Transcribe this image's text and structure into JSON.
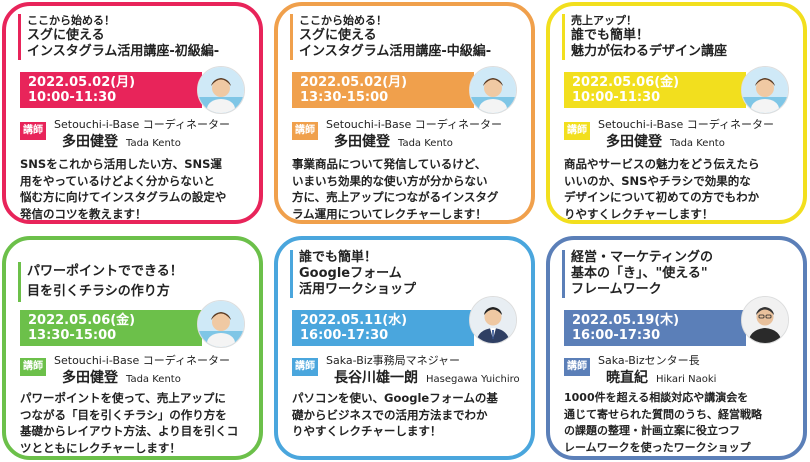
{
  "cards": [
    {
      "accent": "#e8245a",
      "title_lines": [
        "ここから始める！",
        "スグに使える",
        "インスタグラム活用講座-初級編-"
      ],
      "date": "2022.05.02(月)",
      "time": "10:00-11:30",
      "badge": "講師",
      "affiliation": "Setouchi-i-Base コーディネーター",
      "name": "多田健登",
      "name_roman": "Tada Kento",
      "photo_icon": "instructor-photo-tada",
      "desc_lines": [
        "SNSをこれから活用したい方、SNS運",
        "用をやっているけどよく分からないと",
        "悩む方に向けてインスタグラムの設定や",
        "発信のコツを教えます！"
      ]
    },
    {
      "accent": "#f0a04c",
      "title_lines": [
        "ここから始める！",
        "スグに使える",
        "インスタグラム活用講座-中級編-"
      ],
      "date": "2022.05.02(月)",
      "time": "13:30-15:00",
      "badge": "講師",
      "affiliation": "Setouchi-i-Base コーディネーター",
      "name": "多田健登",
      "name_roman": "Tada Kento",
      "photo_icon": "instructor-photo-tada",
      "desc_lines": [
        "事業商品について発信しているけど、",
        "いまいち効果的な使い方が分からない",
        "方に、売上アップにつながるインスタグ",
        "ラム運用についてレクチャーします！"
      ]
    },
    {
      "accent": "#f2df1e",
      "title_lines": [
        "売上アップ！",
        "誰でも簡単！",
        "魅力が伝わるデザイン講座"
      ],
      "date": "2022.05.06(金)",
      "time": "10:00-11:30",
      "badge": "講師",
      "affiliation": "Setouchi-i-Base コーディネーター",
      "name": "多田健登",
      "name_roman": "Tada Kento",
      "photo_icon": "instructor-photo-tada",
      "desc_lines": [
        "商品やサービスの魅力をどう伝えたら",
        "いいのか、SNSやチラシで効果的な",
        "デザインについて初めての方でもわか",
        "りやすくレクチャーします！"
      ]
    },
    {
      "accent": "#6cc04a",
      "title_lines": [
        "パワーポイントでできる！",
        "目を引くチラシの作り方"
      ],
      "date": "2022.05.06(金)",
      "time": "13:30-15:00",
      "badge": "講師",
      "affiliation": "Setouchi-i-Base コーディネーター",
      "name": "多田健登",
      "name_roman": "Tada Kento",
      "photo_icon": "instructor-photo-tada",
      "desc_lines": [
        "パワーポイントを使って、売上アップに",
        "つながる「目を引くチラシ」の作り方を",
        "基礎からレイアウト方法、より目を引くコ",
        "ツとともにレクチャーします！"
      ]
    },
    {
      "accent": "#4aa6dd",
      "title_lines": [
        "誰でも簡単！",
        "Googleフォーム",
        "活用ワークショップ"
      ],
      "date": "2022.05.11(水)",
      "time": "16:00-17:30",
      "badge": "講師",
      "affiliation": "Saka-Biz事務局マネジャー",
      "name": "長谷川雄一朗",
      "name_roman": "Hasegawa Yuichiro",
      "photo_icon": "instructor-photo-hasegawa",
      "desc_lines": [
        "パソコンを使い、Googleフォームの基",
        "礎からビジネスでの活用方法までわか",
        "りやすくレクチャーします！"
      ]
    },
    {
      "accent": "#5b7fb8",
      "title_lines": [
        "経営・マーケティングの",
        "基本の「き」、\"使える\"",
        "フレームワーク"
      ],
      "date": "2022.05.19(木)",
      "time": "16:00-17:30",
      "badge": "講師",
      "affiliation": "Saka-Bizセンター長",
      "name": "暁直紀",
      "name_roman": "Hikari Naoki",
      "photo_icon": "instructor-photo-hikari",
      "desc_lines": [
        "1000件を超える相談対応や講演会を",
        "通じて寄せられた質問のうち、経営戦略",
        "の課題の整理・計画立案に役立つフ",
        "レームワークを使ったワークショップ"
      ]
    }
  ]
}
